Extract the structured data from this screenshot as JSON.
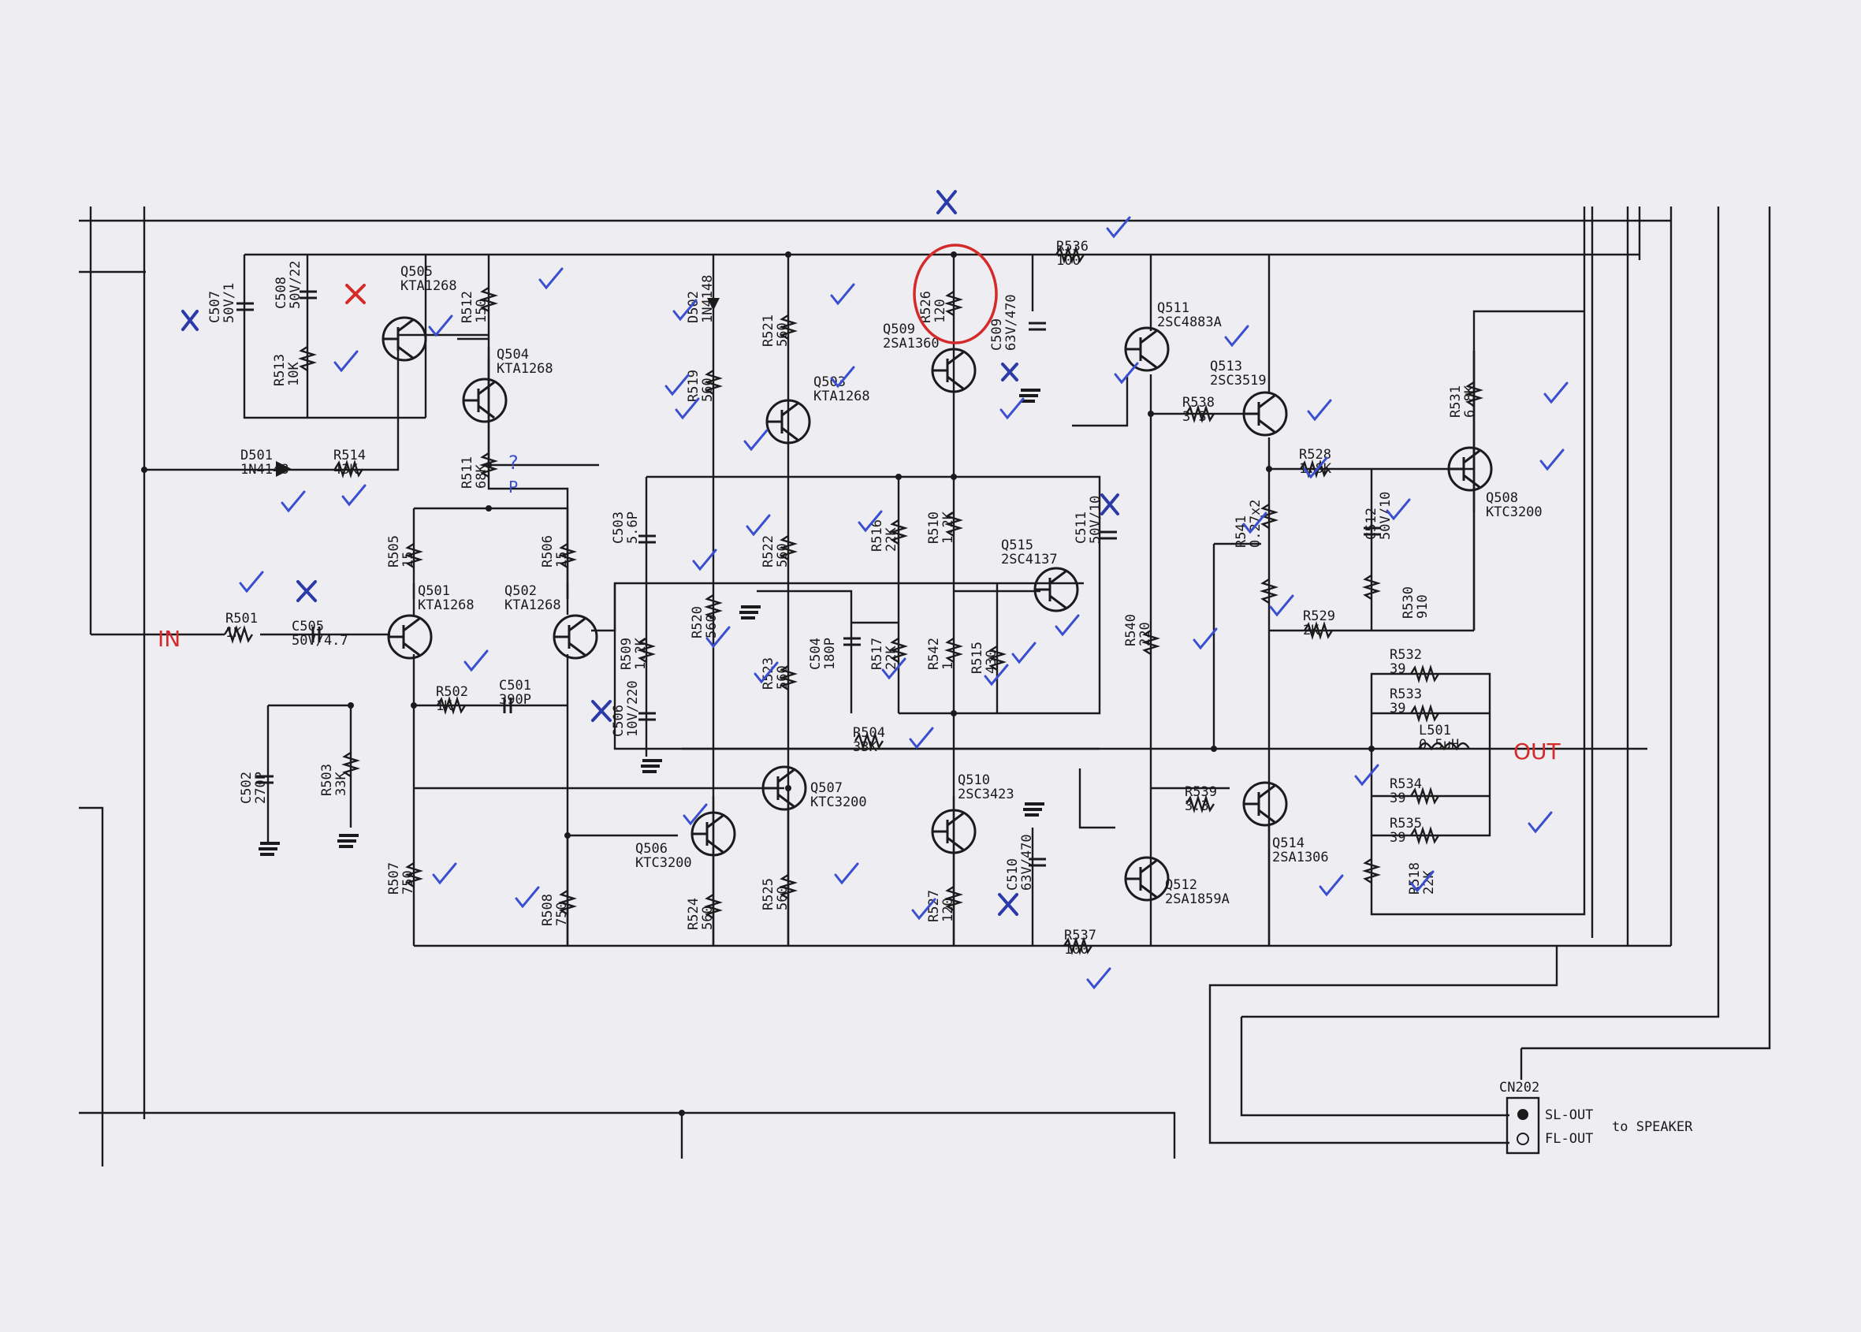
{
  "terminals": {
    "in": "IN",
    "out": "OUT"
  },
  "connector": {
    "ref": "CN202",
    "pins": [
      "SL-OUT",
      "FL-OUT"
    ],
    "note": "to SPEAKER"
  },
  "components": [
    {
      "ref": "Q505",
      "value": "KTA1268"
    },
    {
      "ref": "Q504",
      "value": "KTA1268"
    },
    {
      "ref": "C507",
      "value": "50V/1"
    },
    {
      "ref": "C508",
      "value": "50V/22"
    },
    {
      "ref": "R513",
      "value": "10K"
    },
    {
      "ref": "R512",
      "value": "150"
    },
    {
      "ref": "D501",
      "value": "1N4148"
    },
    {
      "ref": "R514",
      "value": "43K"
    },
    {
      "ref": "R511",
      "value": "68K"
    },
    {
      "ref": "D502",
      "value": "1N4148"
    },
    {
      "ref": "R519",
      "value": "560"
    },
    {
      "ref": "R521",
      "value": "560"
    },
    {
      "ref": "Q503",
      "value": "KTA1268"
    },
    {
      "ref": "R526",
      "value": "120"
    },
    {
      "ref": "Q509",
      "value": "2SA1360"
    },
    {
      "ref": "C509",
      "value": "63V/470"
    },
    {
      "ref": "R536",
      "value": "100"
    },
    {
      "ref": "Q511",
      "value": "2SC4883A"
    },
    {
      "ref": "R538",
      "value": "3.3"
    },
    {
      "ref": "Q513",
      "value": "2SC3519"
    },
    {
      "ref": "R531",
      "value": "6.8K"
    },
    {
      "ref": "R528",
      "value": "1.8K"
    },
    {
      "ref": "Q508",
      "value": "KTC3200"
    },
    {
      "ref": "R506",
      "value": "15"
    },
    {
      "ref": "R505",
      "value": "15"
    },
    {
      "ref": "C503",
      "value": "5.6P"
    },
    {
      "ref": "R522",
      "value": "560"
    },
    {
      "ref": "R516",
      "value": "22K"
    },
    {
      "ref": "R510",
      "value": "1.2K"
    },
    {
      "ref": "Q515",
      "value": "2SC4137"
    },
    {
      "ref": "C511",
      "value": "50V/10"
    },
    {
      "ref": "R541",
      "value": "0.27x2"
    },
    {
      "ref": "C512",
      "value": "50V/10"
    },
    {
      "ref": "R530",
      "value": "910"
    },
    {
      "ref": "R529",
      "value": "2K"
    },
    {
      "ref": "R501",
      "value": "1K"
    },
    {
      "ref": "C505",
      "value": "50V/4.7"
    },
    {
      "ref": "Q501",
      "value": "KTA1268"
    },
    {
      "ref": "Q502",
      "value": "KTA1268"
    },
    {
      "ref": "R509",
      "value": "1.2K"
    },
    {
      "ref": "R520",
      "value": "560"
    },
    {
      "ref": "C504",
      "value": "180P"
    },
    {
      "ref": "R517",
      "value": "22K"
    },
    {
      "ref": "R542",
      "value": "1"
    },
    {
      "ref": "R515",
      "value": "430"
    },
    {
      "ref": "R540",
      "value": "220"
    },
    {
      "ref": "R532",
      "value": "39"
    },
    {
      "ref": "R533",
      "value": "39"
    },
    {
      "ref": "L501",
      "value": "0.5uH"
    },
    {
      "ref": "R534",
      "value": "39"
    },
    {
      "ref": "R535",
      "value": "39"
    },
    {
      "ref": "R502",
      "value": "1K"
    },
    {
      "ref": "C501",
      "value": "390P"
    },
    {
      "ref": "C506",
      "value": "10V/220"
    },
    {
      "ref": "R504",
      "value": "33K"
    },
    {
      "ref": "C502",
      "value": "270P"
    },
    {
      "ref": "R503",
      "value": "33K"
    },
    {
      "ref": "R523",
      "value": "560"
    },
    {
      "ref": "Q507",
      "value": "KTC3200"
    },
    {
      "ref": "Q510",
      "value": "2SC3423"
    },
    {
      "ref": "Q506",
      "value": "KTC3200"
    },
    {
      "ref": "R539",
      "value": "3.3"
    },
    {
      "ref": "Q514",
      "value": "2SA1306"
    },
    {
      "ref": "Q512",
      "value": "2SA1859A"
    },
    {
      "ref": "R518",
      "value": "22K"
    },
    {
      "ref": "R507",
      "value": "750"
    },
    {
      "ref": "R508",
      "value": "750"
    },
    {
      "ref": "R524",
      "value": "560"
    },
    {
      "ref": "R525",
      "value": "560"
    },
    {
      "ref": "R527",
      "value": "120"
    },
    {
      "ref": "C510",
      "value": "63V/470"
    },
    {
      "ref": "R537",
      "value": "100"
    }
  ],
  "annotations": {
    "question_mark": "?",
    "small_p": "P"
  },
  "colors": {
    "paper": "#eeedf2",
    "ink": "#1b1b1b",
    "red_pen": "#d42a2a",
    "blue_pen": "#3a4fd0"
  }
}
